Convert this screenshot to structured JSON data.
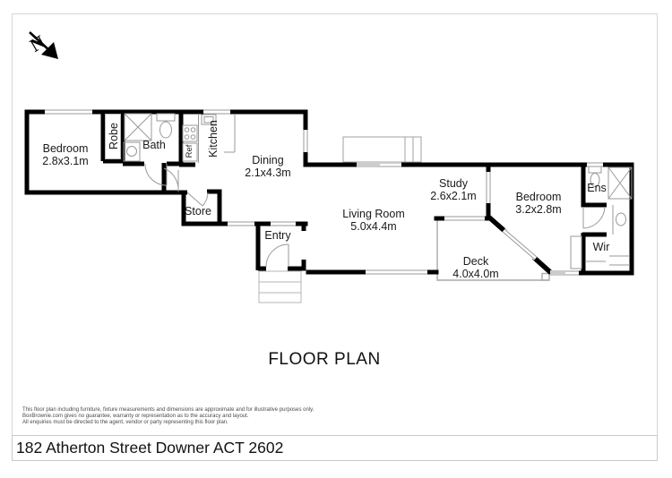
{
  "title": "FLOOR PLAN",
  "address": "182 Atherton Street Downer ACT 2602",
  "compass": {
    "label": "N"
  },
  "rooms": {
    "bedroom1": {
      "name": "Bedroom",
      "dims": "2.8x3.1m"
    },
    "robe": {
      "name": "Robe"
    },
    "bath": {
      "name": "Bath"
    },
    "ref": {
      "name": "Ref"
    },
    "kitchen": {
      "name": "Kitchen"
    },
    "dining": {
      "name": "Dining",
      "dims": "2.1x4.3m"
    },
    "store": {
      "name": "Store"
    },
    "entry": {
      "name": "Entry"
    },
    "living": {
      "name": "Living Room",
      "dims": "5.0x4.4m"
    },
    "study": {
      "name": "Study",
      "dims": "2.6x2.1m"
    },
    "deck": {
      "name": "Deck",
      "dims": "4.0x4.0m"
    },
    "bedroom2": {
      "name": "Bedroom",
      "dims": "3.2x2.8m"
    },
    "ens": {
      "name": "Ens"
    },
    "wir": {
      "name": "Wir"
    }
  },
  "disclaimer": {
    "line1": "This floor plan including furniture, fixture measurements and dimensions are approximate and for illustrative purposes only.",
    "line2": "BoxBrownie.com gives no guarantee, warranty or representation as to the accuracy and layout.",
    "line3": "All enquiries must be directed to the agent, vendor or party representing this floor plan."
  },
  "colors": {
    "wall": "#000000",
    "fixture": "#999999",
    "border": "#d6d6d6",
    "text": "#1a1a1a"
  }
}
